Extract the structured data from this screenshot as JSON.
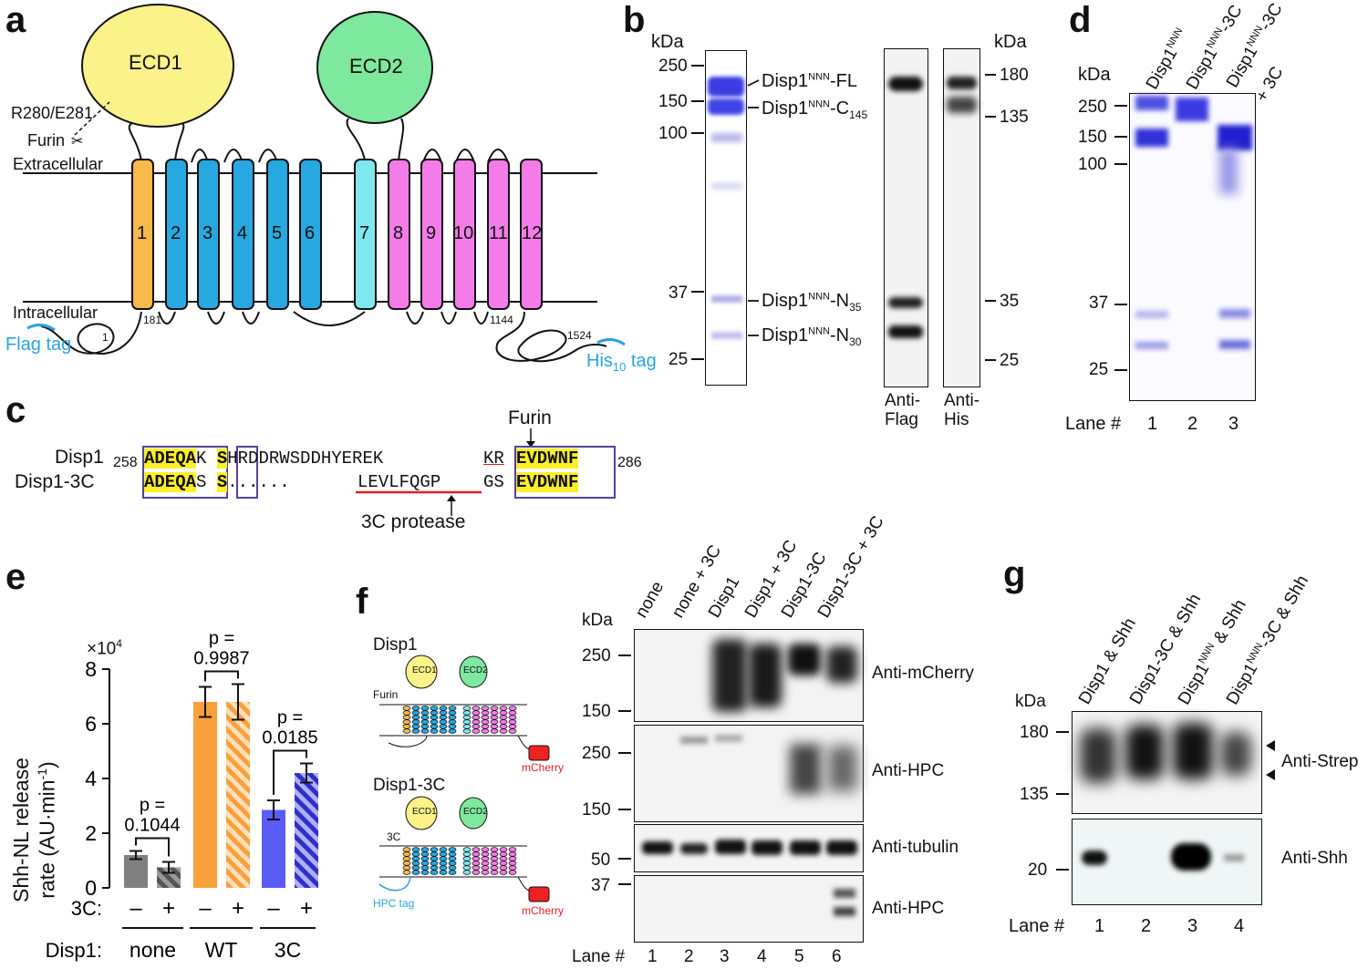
{
  "panels": [
    "a",
    "b",
    "c",
    "d",
    "e",
    "f",
    "g"
  ],
  "a": {
    "ecd1": "ECD1",
    "ecd2": "ECD2",
    "cleavage_site": "R280/E281",
    "furin": "Furin",
    "extracellular": "Extracellular",
    "intracellular": "Intracellular",
    "helices": [
      "1",
      "2",
      "3",
      "4",
      "5",
      "6",
      "7",
      "8",
      "9",
      "10",
      "11",
      "12"
    ],
    "residues": [
      "1",
      "181",
      "1144",
      "1524"
    ],
    "flag_tag": "Flag tag",
    "his_tag": "His",
    "his_sub": "10",
    "his_suffix": " tag",
    "colors": {
      "ecd1": "#fcf28a",
      "ecd2": "#7ee89e",
      "tm1": "#f8b84a",
      "tm_blue": "#27a8e0",
      "tm_cyan": "#7fe8ee",
      "tm_pink": "#f47ce8",
      "tag": "#29a3e0"
    }
  },
  "b": {
    "kda": "kDa",
    "left_markers": [
      "250",
      "150",
      "100",
      "37",
      "25"
    ],
    "right_markers": [
      "180",
      "135",
      "35",
      "25"
    ],
    "bands": [
      {
        "name": "Disp1",
        "sup": "NNN",
        "suffix": "-FL",
        "sub": ""
      },
      {
        "name": "Disp1",
        "sup": "NNN",
        "suffix": "-C",
        "sub": "145"
      },
      {
        "name": "Disp1",
        "sup": "NNN",
        "suffix": "-N",
        "sub": "35"
      },
      {
        "name": "Disp1",
        "sup": "NNN",
        "suffix": "-N",
        "sub": "30"
      }
    ],
    "blot_labels": [
      "Anti-\nFlag",
      "Anti-\nHis"
    ]
  },
  "c": {
    "furin": "Furin",
    "protease": "3C protease",
    "rows": [
      {
        "name": "Disp1",
        "start": "258",
        "end": "286",
        "a": "ADEQA",
        "b": "K",
        "c": "S",
        "mid": "HRDDRWSDDHYEREK",
        "kr": "KR",
        "d": "EVDWNF"
      },
      {
        "name": "Disp1-3C",
        "a": "ADEQA",
        "b": "S",
        "c": "S",
        "dots": "......",
        "mid": "LEVLFQGP",
        "gs": "GS",
        "d": "EVDWNF"
      }
    ]
  },
  "d": {
    "kda": "kDa",
    "markers": [
      "250",
      "150",
      "100",
      "37",
      "25"
    ],
    "lanes": [
      {
        "pre": "Disp1",
        "sup": "NNN",
        "post": ""
      },
      {
        "pre": "Disp1",
        "sup": "NNN",
        "post": "-3C"
      },
      {
        "pre": "Disp1",
        "sup": "NNN",
        "post": "-3C"
      }
    ],
    "plus3c": "+ 3C",
    "lane_label": "Lane #",
    "lane_nums": [
      "1",
      "2",
      "3"
    ]
  },
  "e": {
    "multiplier": "×10",
    "multiplier_exp": "4",
    "ylabel_1": "Shh-NL release",
    "ylabel_2": "rate (AU·min",
    "ylabel_sup": "-1",
    "ylabel_end": ")",
    "row_3c": "3C:",
    "row_disp1": "Disp1:",
    "groups": [
      "none",
      "WT",
      "3C"
    ],
    "signs": [
      "–",
      "+",
      "–",
      "+",
      "–",
      "+"
    ],
    "pvals": [
      {
        "p": "p =",
        "v": "0.1044"
      },
      {
        "p": "p =",
        "v": "0.9987"
      },
      {
        "p": "p =",
        "v": "0.0185"
      }
    ]
  },
  "chart_data": {
    "type": "bar",
    "categories": [
      "none –",
      "none +",
      "WT –",
      "WT +",
      "3C –",
      "3C +"
    ],
    "values": [
      1.2,
      0.75,
      6.8,
      6.8,
      2.85,
      4.2
    ],
    "errors": [
      0.15,
      0.2,
      0.55,
      0.65,
      0.35,
      0.35
    ],
    "ylim": [
      0,
      8
    ],
    "yticks": [
      "0",
      "2",
      "4",
      "6",
      "8"
    ],
    "colors": [
      "#808080",
      "#808080",
      "#f9a03c",
      "#f9a03c",
      "#5a5cf6",
      "#3030c8"
    ],
    "hatched": [
      false,
      true,
      false,
      true,
      false,
      true
    ]
  },
  "f": {
    "schem1": "Disp1",
    "schem2": "Disp1-3C",
    "ecd1": "ECD1",
    "ecd2": "ECD2",
    "furin": "Furin",
    "c3": "3C",
    "mcherry": "mCherry",
    "hpc": "HPC tag",
    "kda": "kDa",
    "lanes": [
      "none",
      "none + 3C",
      "Disp1",
      "Disp1 + 3C",
      "Disp1-3C",
      "Disp1-3C + 3C"
    ],
    "blots": [
      {
        "label": "Anti-mCherry",
        "markers": [
          "250",
          "150"
        ]
      },
      {
        "label": "Anti-HPC",
        "markers": [
          "250",
          "150"
        ]
      },
      {
        "label": "Anti-tubulin",
        "markers": [
          "50"
        ]
      },
      {
        "label": "Anti-HPC",
        "markers": [
          "37"
        ]
      }
    ],
    "lane_label": "Lane #",
    "lane_nums": [
      "1",
      "2",
      "3",
      "4",
      "5",
      "6"
    ]
  },
  "g": {
    "kda": "kDa",
    "lanes": [
      {
        "pre": "Disp1",
        "sup": "",
        "post": " & Shh"
      },
      {
        "pre": "Disp1-3C",
        "sup": "",
        "post": " & Shh"
      },
      {
        "pre": "Disp1",
        "sup": "NNN",
        "post": " & Shh"
      },
      {
        "pre": "Disp1",
        "sup": "NNN",
        "post": "-3C & Shh"
      }
    ],
    "blots": [
      {
        "label": "Anti-Strep",
        "markers": [
          "180",
          "135"
        ]
      },
      {
        "label": "Anti-Shh",
        "markers": [
          "20"
        ]
      }
    ],
    "lane_label": "Lane #",
    "lane_nums": [
      "1",
      "2",
      "3",
      "4"
    ]
  }
}
